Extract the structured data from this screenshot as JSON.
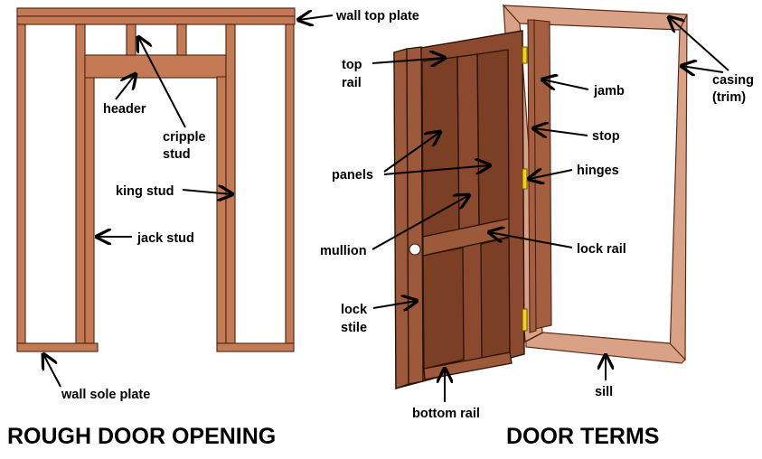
{
  "titles": {
    "left": "ROUGH DOOR OPENING",
    "right": "DOOR TERMS"
  },
  "labels": {
    "wall_top_plate": "wall top plate",
    "header": "header",
    "cripple_1": "cripple",
    "cripple_2": "stud",
    "king_stud": "king stud",
    "jack_stud": "jack stud",
    "wall_sole_plate": "wall sole plate",
    "top_rail_1": "top",
    "top_rail_2": "rail",
    "panels": "panels",
    "mullion": "mullion",
    "lock_stile_1": "lock",
    "lock_stile_2": "stile",
    "bottom_rail": "bottom rail",
    "jamb": "jamb",
    "stop": "stop",
    "hinges": "hinges",
    "lock_rail": "lock rail",
    "sill": "sill",
    "casing_1": "casing",
    "casing_2": "(trim)"
  },
  "colors": {
    "framing_lumber": "#c47a54",
    "door_wood": "#8b4a2f",
    "door_panel": "#7b3f26",
    "trim": "#d9a286",
    "hinge": "#f2d21a"
  }
}
